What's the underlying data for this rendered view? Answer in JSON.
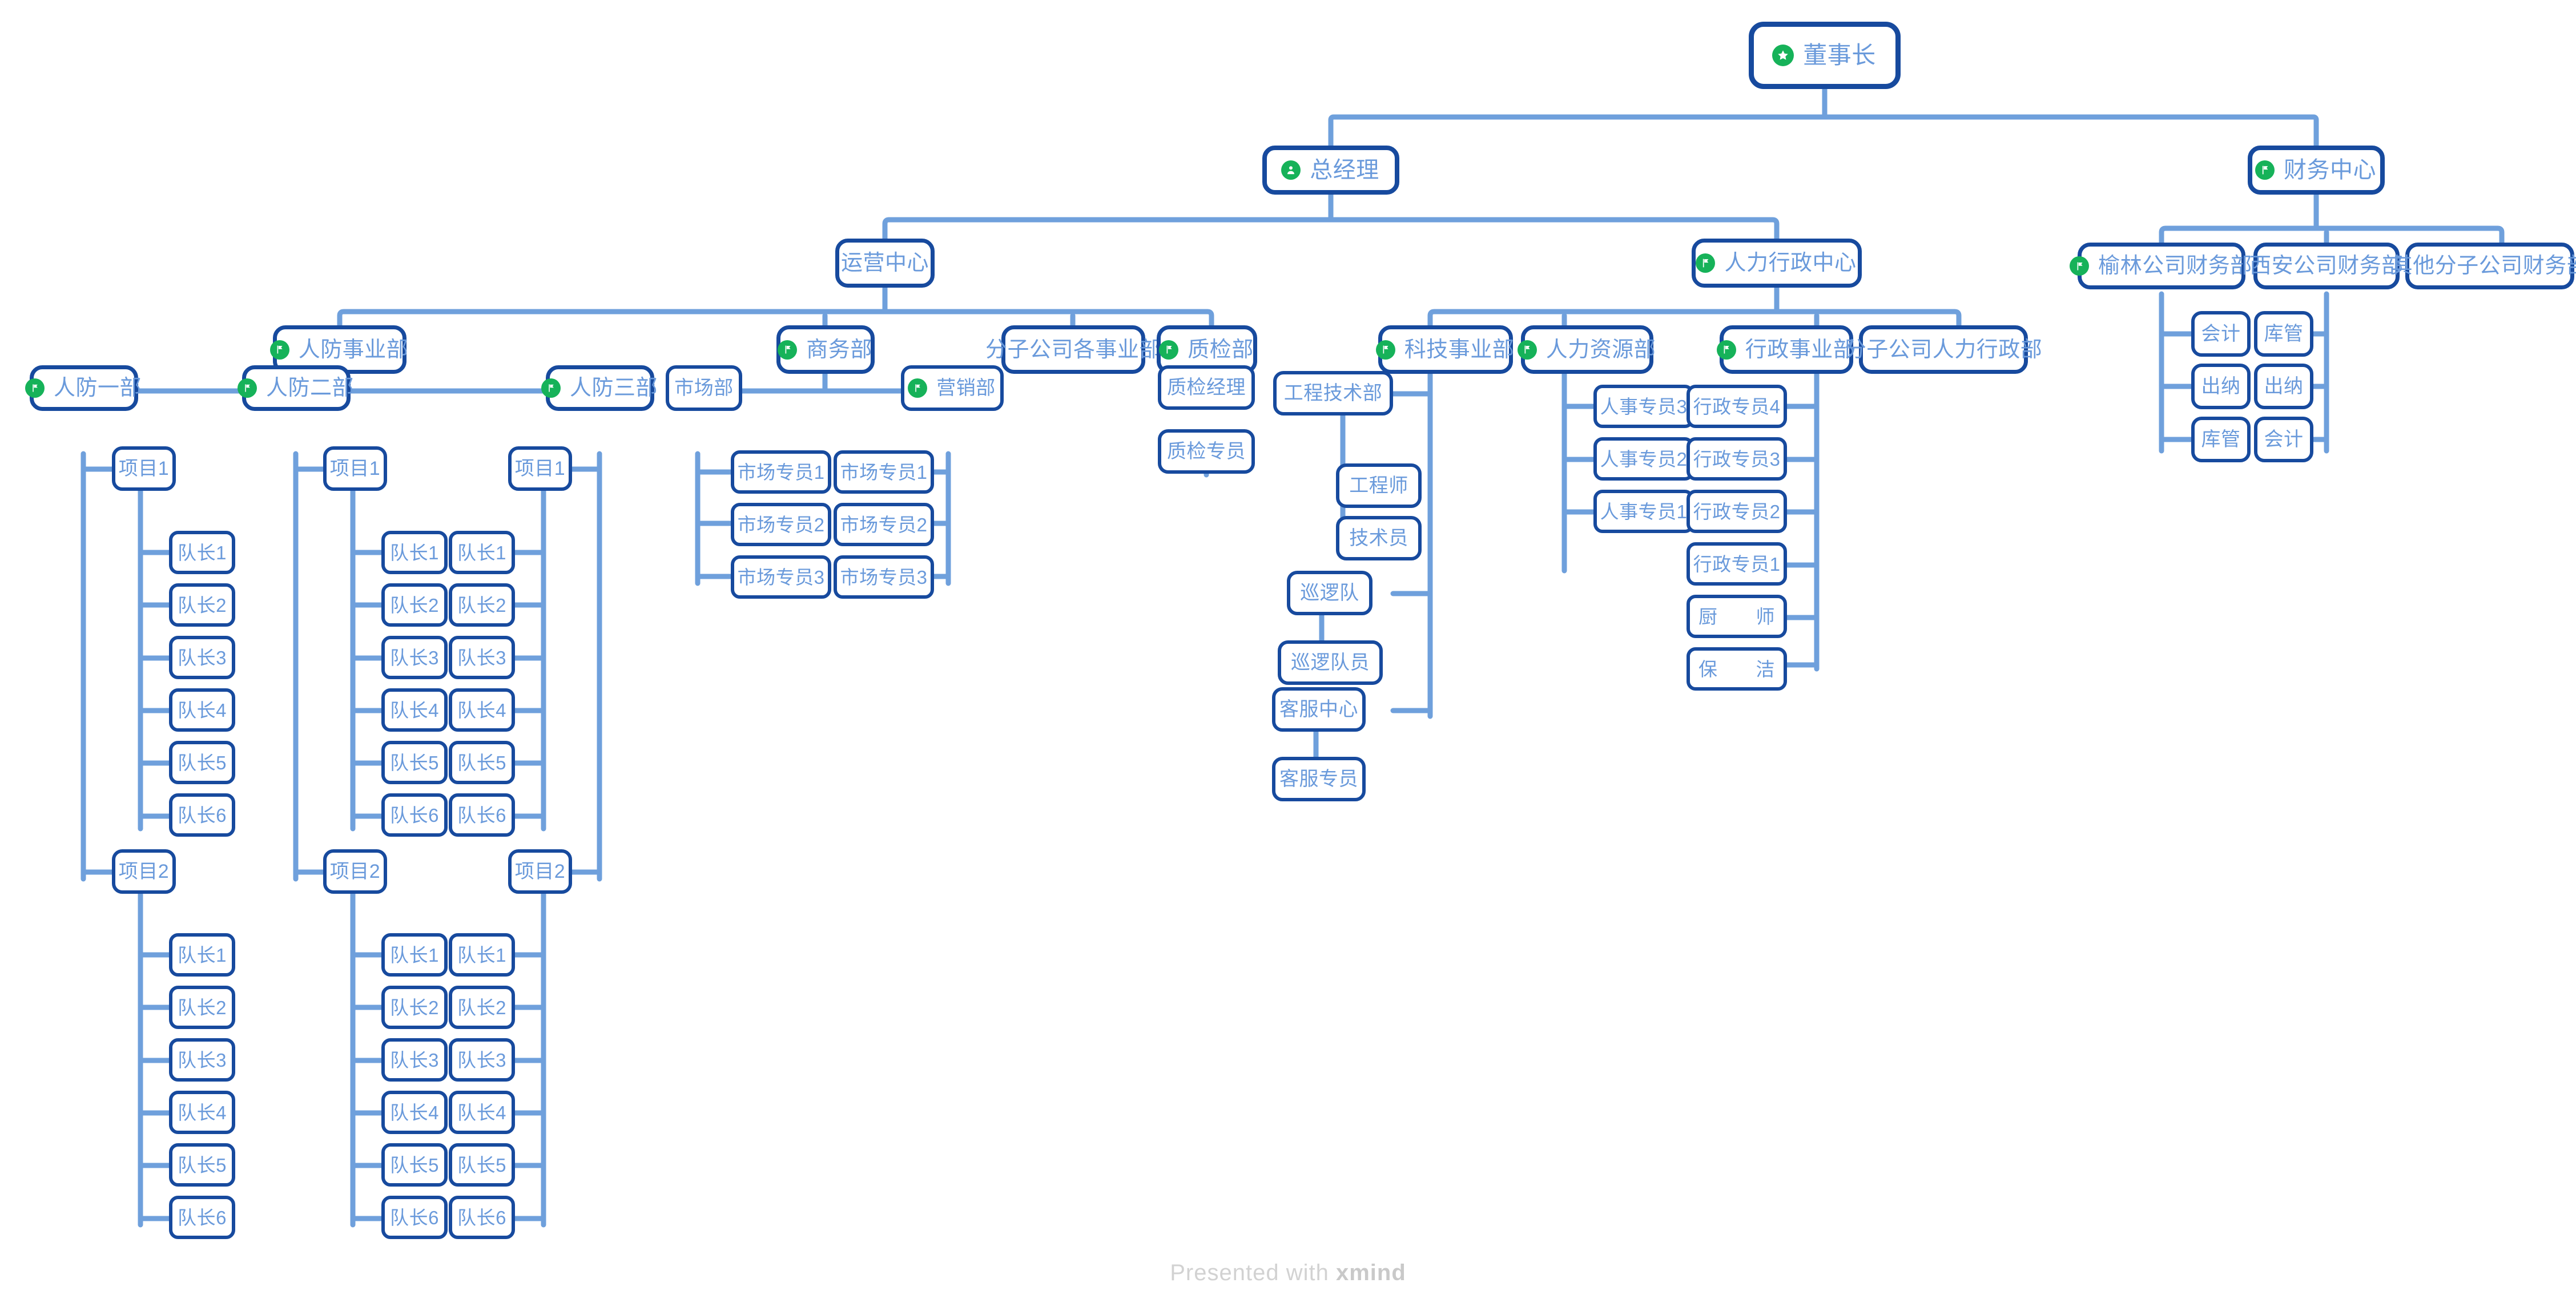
{
  "watermark": {
    "prefix": "Presented with ",
    "brand": "xmind"
  },
  "colors": {
    "node_border": "#174a9e",
    "node_text": "#6a9adb",
    "connector_dark": "#3f7ac4",
    "connector_light": "#6fa0dc",
    "icon_green": "#16b259",
    "background": "#ffffff",
    "watermark": "#d2d2d2"
  },
  "chart_data": {
    "type": "org-chart-tree",
    "title": "",
    "root": "董事长"
  },
  "nodes": {
    "chairman": {
      "label": "董事长",
      "icon": "star-icon"
    },
    "general_manager": {
      "label": "总经理",
      "icon": "person-icon"
    },
    "finance_center": {
      "label": "财务中心",
      "icon": "flag-icon"
    },
    "ops_center": {
      "label": "运营中心",
      "icon": ""
    },
    "hr_admin_center": {
      "label": "人力行政中心",
      "icon": "flag-icon"
    },
    "civil_defense_div": {
      "label": "人防事业部",
      "icon": "flag-icon"
    },
    "business_dept": {
      "label": "商务部",
      "icon": "flag-icon"
    },
    "subsidiary_divisions": {
      "label": "分子公司各事业部",
      "icon": ""
    },
    "qc_dept": {
      "label": "质检部",
      "icon": "flag-icon"
    },
    "tech_div": {
      "label": "科技事业部",
      "icon": "flag-icon"
    },
    "hr_dept": {
      "label": "人力资源部",
      "icon": "flag-icon"
    },
    "admin_div": {
      "label": "行政事业部",
      "icon": "flag-icon"
    },
    "subsidiary_hr_admin": {
      "label": "分子公司人力行政部",
      "icon": ""
    },
    "cd1": {
      "label": "人防一部",
      "icon": "flag-icon"
    },
    "cd2": {
      "label": "人防二部",
      "icon": "flag-icon"
    },
    "cd3": {
      "label": "人防三部",
      "icon": "flag-icon"
    },
    "market_dept": {
      "label": "市场部",
      "icon": ""
    },
    "sales_dept": {
      "label": "营销部",
      "icon": "flag-icon"
    },
    "qc_manager": {
      "label": "质检经理",
      "icon": ""
    },
    "qc_specialist": {
      "label": "质检专员",
      "icon": ""
    },
    "eng_tech_dept": {
      "label": "工程技术部",
      "icon": ""
    },
    "engineer": {
      "label": "工程师",
      "icon": ""
    },
    "technician": {
      "label": "技术员",
      "icon": ""
    },
    "patrol_team": {
      "label": "巡逻队",
      "icon": ""
    },
    "patrol_member": {
      "label": "巡逻队员",
      "icon": ""
    },
    "service_center": {
      "label": "客服中心",
      "icon": ""
    },
    "service_specialist": {
      "label": "客服专员",
      "icon": ""
    },
    "yulin_finance": {
      "label": "榆林公司财务部",
      "icon": "flag-icon"
    },
    "xian_finance": {
      "label": "西安公司财务部",
      "icon": ""
    },
    "other_finance": {
      "label": "其他分子公司财务部",
      "icon": ""
    },
    "project1": {
      "label": "项目1",
      "icon": ""
    },
    "project2": {
      "label": "项目2",
      "icon": ""
    }
  },
  "lists": {
    "team_leaders": [
      "队长1",
      "队长2",
      "队长3",
      "队长4",
      "队长5",
      "队长6"
    ],
    "market_specialists": [
      "市场专员1",
      "市场专员2",
      "市场专员3"
    ],
    "hr_specialists": [
      "人事专员3",
      "人事专员2",
      "人事专员1"
    ],
    "admin_specialists": [
      "行政专员4",
      "行政专员3",
      "行政专员2",
      "行政专员1",
      "厨　　师",
      "保　　洁"
    ],
    "yulin_finance_roles": [
      "会计",
      "出纳",
      "库管"
    ],
    "xian_finance_roles": [
      "库管",
      "出纳",
      "会计"
    ]
  }
}
